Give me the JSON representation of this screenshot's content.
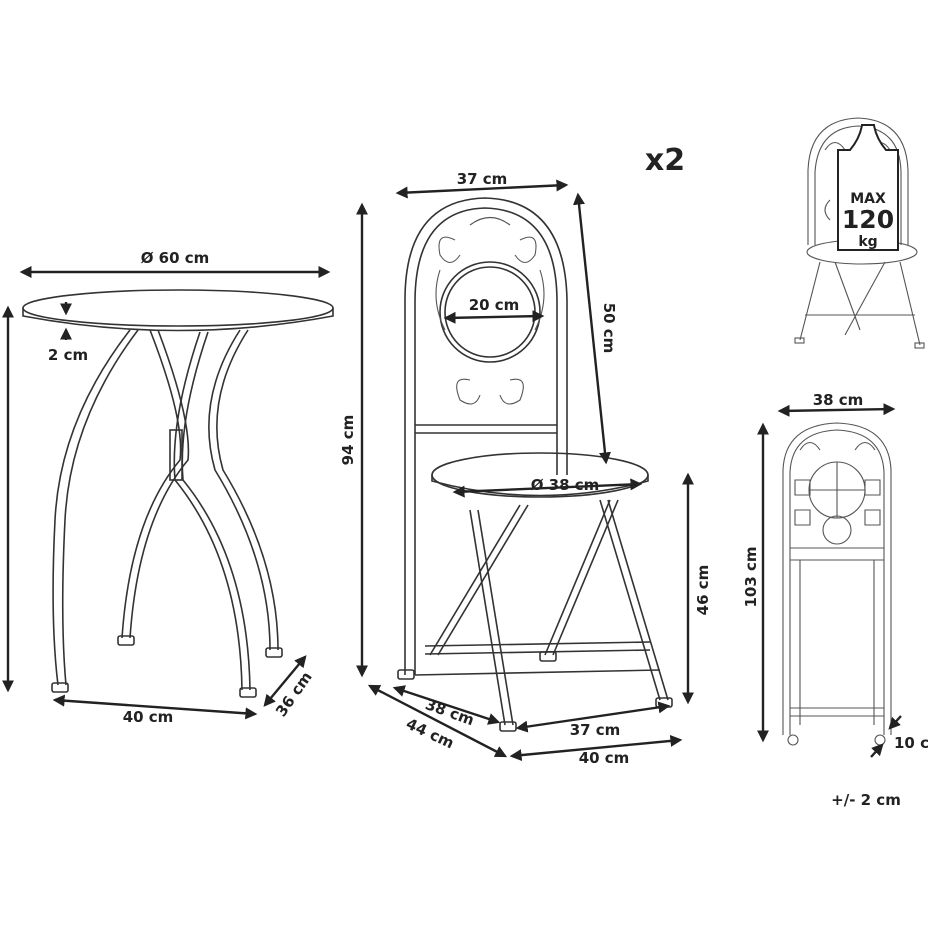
{
  "table": {
    "diameter": "Ø 60 cm",
    "top_thickness": "2 cm",
    "base_width": "40 cm",
    "base_depth": "36 cm"
  },
  "chair": {
    "quantity": "x2",
    "back_width": "37 cm",
    "back_circle": "20 cm",
    "back_height": "50 cm",
    "total_height": "94 cm",
    "seat_diameter": "Ø 38 cm",
    "seat_height": "46 cm",
    "base_depth_inner": "38 cm",
    "base_depth_outer": "44 cm",
    "base_width_inner": "37 cm",
    "base_width_outer": "40 cm"
  },
  "load_badge": {
    "max": "MAX",
    "value": "120",
    "unit": "kg"
  },
  "folded": {
    "width": "38 cm",
    "height": "103 cm",
    "depth": "10 c"
  },
  "tolerance": "+/- 2 cm"
}
